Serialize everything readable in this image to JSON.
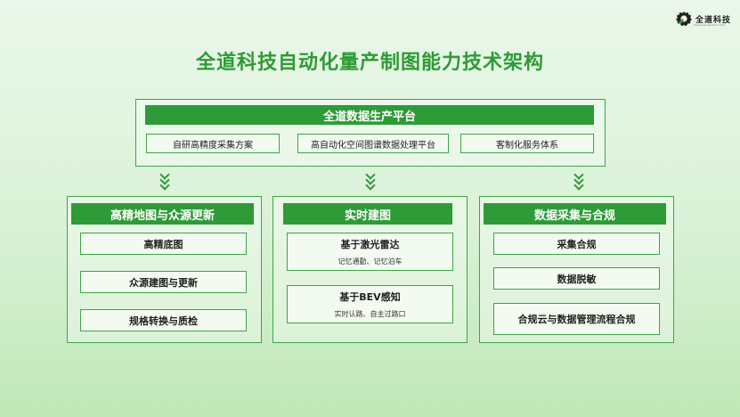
{
  "logo": {
    "name": "全道科技",
    "url": "www.quandaotech.com"
  },
  "title": "全道科技自动化量产制图能力技术架构",
  "platform": {
    "title": "全道数据生产平台",
    "items": [
      "自研高精度采集方案",
      "高自动化空间图谱数据处理平台",
      "客制化服务体系"
    ]
  },
  "columns": [
    {
      "title": "高精地图与众源更新",
      "items": [
        {
          "label": "高精底图"
        },
        {
          "label": "众源建图与更新"
        },
        {
          "label": "规格转换与质检"
        }
      ]
    },
    {
      "title": "实时建图",
      "items": [
        {
          "label": "基于激光雷达",
          "sub": "记忆通勤、记忆泊车"
        },
        {
          "label": "基于BEV感知",
          "sub": "实时认路、自主过路口"
        }
      ]
    },
    {
      "title": "数据采集与合规",
      "items": [
        {
          "label": "采集合规"
        },
        {
          "label": "数据脱敏"
        },
        {
          "label": "合规云与数据管理流程合规"
        }
      ]
    }
  ],
  "colors": {
    "accent": "#2f9a38",
    "title": "#2e9b35"
  },
  "icons": [
    "gear-logo-icon",
    "chevron-down-icon"
  ]
}
